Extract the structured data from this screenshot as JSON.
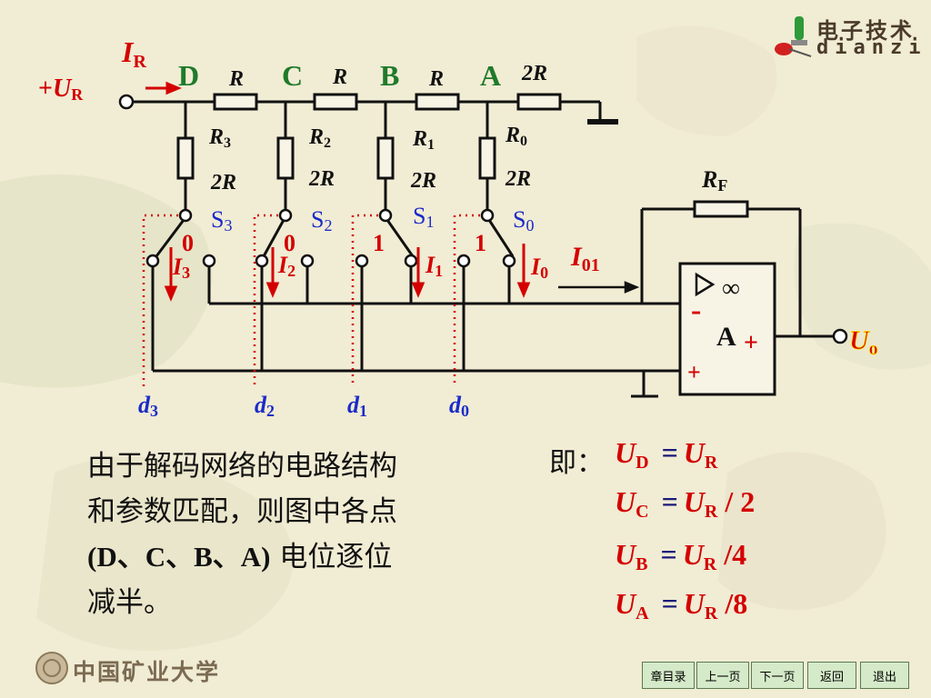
{
  "logo": {
    "line1": "电子技术",
    "line2": "dianzi"
  },
  "university": {
    "text": "中国矿业大学"
  },
  "circuit": {
    "ref_input": {
      "plus": "+",
      "var": "U",
      "sub": "R"
    },
    "ref_current": {
      "var": "I",
      "sub": "R"
    },
    "nodes": [
      "D",
      "C",
      "B",
      "A"
    ],
    "series_r": [
      "R",
      "R",
      "R",
      "2R"
    ],
    "shunt": [
      {
        "var": "R",
        "sub": "3",
        "value": "2R",
        "switch": "S",
        "switch_sub": "3",
        "state": "0",
        "cur_var": "I",
        "cur_sub": "3",
        "input_var": "d",
        "input_sub": "3"
      },
      {
        "var": "R",
        "sub": "2",
        "value": "2R",
        "switch": "S",
        "switch_sub": "2",
        "state": "0",
        "cur_var": "I",
        "cur_sub": "2",
        "input_var": "d",
        "input_sub": "2"
      },
      {
        "var": "R",
        "sub": "1",
        "value": "2R",
        "switch": "S",
        "switch_sub": "1",
        "state": "1",
        "cur_var": "I",
        "cur_sub": "1",
        "input_var": "d",
        "input_sub": "1"
      },
      {
        "var": "R",
        "sub": "0",
        "value": "2R",
        "switch": "S",
        "switch_sub": "0",
        "state": "1",
        "cur_var": "I",
        "cur_sub": "0",
        "input_var": "d",
        "input_sub": "0"
      }
    ],
    "feedback": {
      "var": "R",
      "sub": "F"
    },
    "sum_current": {
      "var": "I",
      "sub": "01"
    },
    "opamp": {
      "name": "A",
      "inf": "∞",
      "minus": "-",
      "plus": "+",
      "out_plus": "+"
    },
    "output": {
      "var": "U",
      "sub": "o"
    }
  },
  "description": {
    "line1": "由于解码网络的电路结构",
    "line2": "和参数匹配，则图中各点",
    "line3_bold": "(D、C、B、A)",
    "line3_rest": " 电位逐位",
    "line4": "减半。"
  },
  "equations": {
    "prefix": "即：",
    "rows": [
      {
        "lhs_var": "U",
        "lhs_sub": "D",
        "eq": "=",
        "rhs_var": "U",
        "rhs_sub": "R",
        "tail": ""
      },
      {
        "lhs_var": "U",
        "lhs_sub": "C",
        "eq": "=",
        "rhs_var": "U",
        "rhs_sub": "R",
        "tail": " / 2"
      },
      {
        "lhs_var": "U",
        "lhs_sub": "B",
        "eq": "=",
        "rhs_var": "U",
        "rhs_sub": "R",
        "tail": " /4"
      },
      {
        "lhs_var": "U",
        "lhs_sub": "A",
        "eq": "=",
        "rhs_var": "U",
        "rhs_sub": "R",
        "tail": " /8"
      }
    ]
  },
  "nav": [
    "章目录",
    "上一页",
    "下一页",
    "返回",
    "退出"
  ],
  "colors": {
    "red": "#d40000",
    "green": "#1f7a2a",
    "blue": "#1a2bc8",
    "wire": "#111111",
    "nav_bg": "#d4eac8"
  }
}
